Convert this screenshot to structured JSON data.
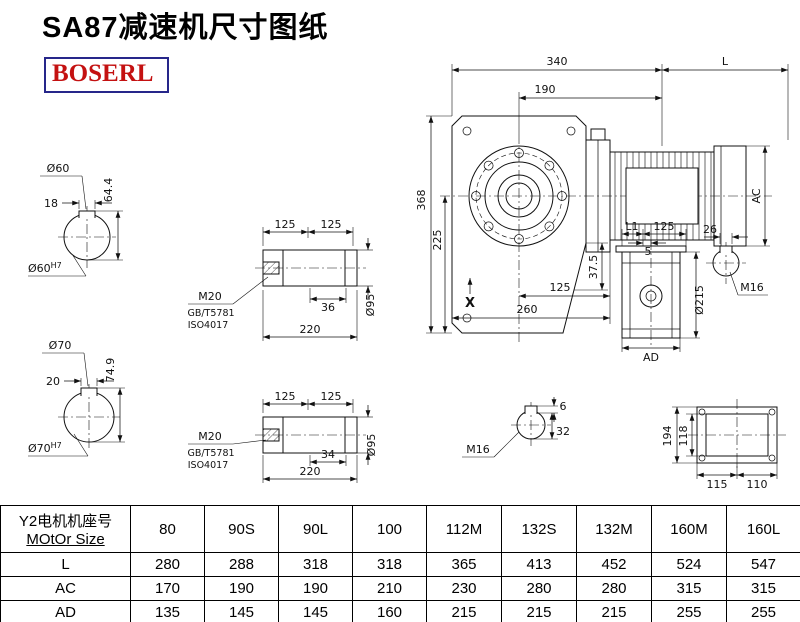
{
  "title": "SA87减速机尺寸图纸",
  "logo": "BOSERL",
  "drawing": {
    "main": {
      "w340": "340",
      "L": "L",
      "w190": "190",
      "h368": "368",
      "h225": "225",
      "h37_5": "37.5",
      "w125": "125",
      "w260": "260",
      "AC": "AC",
      "X": "X"
    },
    "shaft60": {
      "dia": "Ø60",
      "key_w": "18",
      "key_h": "64.4",
      "bore": "Ø60",
      "bore_tol": "H7"
    },
    "shaft70": {
      "dia": "Ø70",
      "key_w": "20",
      "key_h": "74.9",
      "bore": "Ø70",
      "bore_tol": "H7"
    },
    "hub60": {
      "p1": "125",
      "p2": "125",
      "thread": "M20",
      "std1": "GB/T5781",
      "std2": "ISO4017",
      "kl": "36",
      "len": "220",
      "dia": "Ø95"
    },
    "hub70": {
      "p1": "125",
      "p2": "125",
      "thread": "M20",
      "std1": "GB/T5781",
      "std2": "ISO4017",
      "kl": "34",
      "len": "220",
      "dia": "Ø95"
    },
    "side": {
      "L1": "L1",
      "w125": "125",
      "n5": "5",
      "dia": "Ø215",
      "AD": "AD",
      "n26": "26",
      "m16": "M16"
    },
    "shaft_end": {
      "n6": "6",
      "n32": "32",
      "m16": "M16"
    },
    "rear": {
      "h194": "194",
      "h118": "118",
      "w115": "115",
      "w110": "110"
    }
  },
  "table": {
    "header": {
      "line1": "Y2电机机座号",
      "line2": "MOtOr Size"
    },
    "sizes": [
      "80",
      "90S",
      "90L",
      "100",
      "112M",
      "132S",
      "132M",
      "160M",
      "160L"
    ],
    "rows": [
      {
        "label": "L",
        "values": [
          "280",
          "288",
          "318",
          "318",
          "365",
          "413",
          "452",
          "524",
          "547"
        ]
      },
      {
        "label": "AC",
        "values": [
          "170",
          "190",
          "190",
          "210",
          "230",
          "280",
          "280",
          "315",
          "315"
        ]
      },
      {
        "label": "AD",
        "values": [
          "135",
          "145",
          "145",
          "160",
          "215",
          "215",
          "215",
          "255",
          "255"
        ]
      }
    ]
  }
}
